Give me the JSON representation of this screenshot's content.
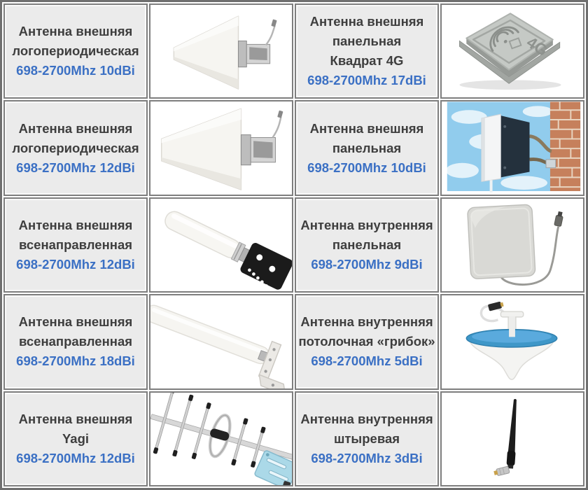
{
  "palette": {
    "spec_blue": "#3b70c4",
    "name_gray": "#3e3e3e",
    "text_cell_bg": "#ebebeb",
    "cell_border": "#7e7e7e",
    "outer_frame": "#6f6f6f",
    "mushroom_disc_blue": "#3f97c8",
    "yagi_plate_blue": "#abd9e8",
    "sky_blue": "#85c6ec",
    "brick_orange": "#c6805c"
  },
  "rows": [
    {
      "text1": {
        "lines": [
          "Антенна внешняя",
          "логопериодическая"
        ],
        "spec": "698-2700Mhz 10dBi"
      },
      "image1": "log-periodic-outdoor-antenna-photo",
      "text2": {
        "lines": [
          "Антенна внешняя",
          "панельная",
          "Квадрат 4G"
        ],
        "spec": "698-2700Mhz 17dBi"
      },
      "image2": "square-4g-panel-antenna-photo"
    },
    {
      "text1": {
        "lines": [
          "Антенна внешняя",
          "логопериодическая"
        ],
        "spec": "698-2700Mhz 12dBi"
      },
      "image1": "log-periodic-outdoor-antenna-photo",
      "text2": {
        "lines": [
          "Антенна внешняя",
          "панельная"
        ],
        "spec": "698-2700Mhz 10dBi"
      },
      "image2": "wall-mounted-panel-antenna-photo"
    },
    {
      "text1": {
        "lines": [
          "Антенна внешняя",
          "всенаправленная"
        ],
        "spec": "698-2700Mhz 12dBi"
      },
      "image1": "omnidirectional-antenna-photo",
      "text2": {
        "lines": [
          "Антенна внутренняя",
          "панельная"
        ],
        "spec": "698-2700Mhz 9dBi"
      },
      "image2": "indoor-panel-antenna-photo"
    },
    {
      "text1": {
        "lines": [
          "Антенна внешняя",
          "всенаправленная"
        ],
        "spec": "698-2700Mhz 18dBi"
      },
      "image1": "omnidirectional-long-antenna-photo",
      "text2": {
        "lines": [
          "Антенна внутренняя",
          "потолочная «грибок»"
        ],
        "spec": "698-2700Mhz 5dBi"
      },
      "image2": "ceiling-mushroom-antenna-photo"
    },
    {
      "text1": {
        "lines": [
          "Антенна внешняя",
          "Yagi"
        ],
        "spec": "698-2700Mhz 12dBi"
      },
      "image1": "yagi-antenna-photo",
      "text2": {
        "lines": [
          "Антенна внутренняя",
          "штыревая"
        ],
        "spec": "698-2700Mhz 3dBi"
      },
      "image2": "whip-antenna-photo"
    }
  ]
}
